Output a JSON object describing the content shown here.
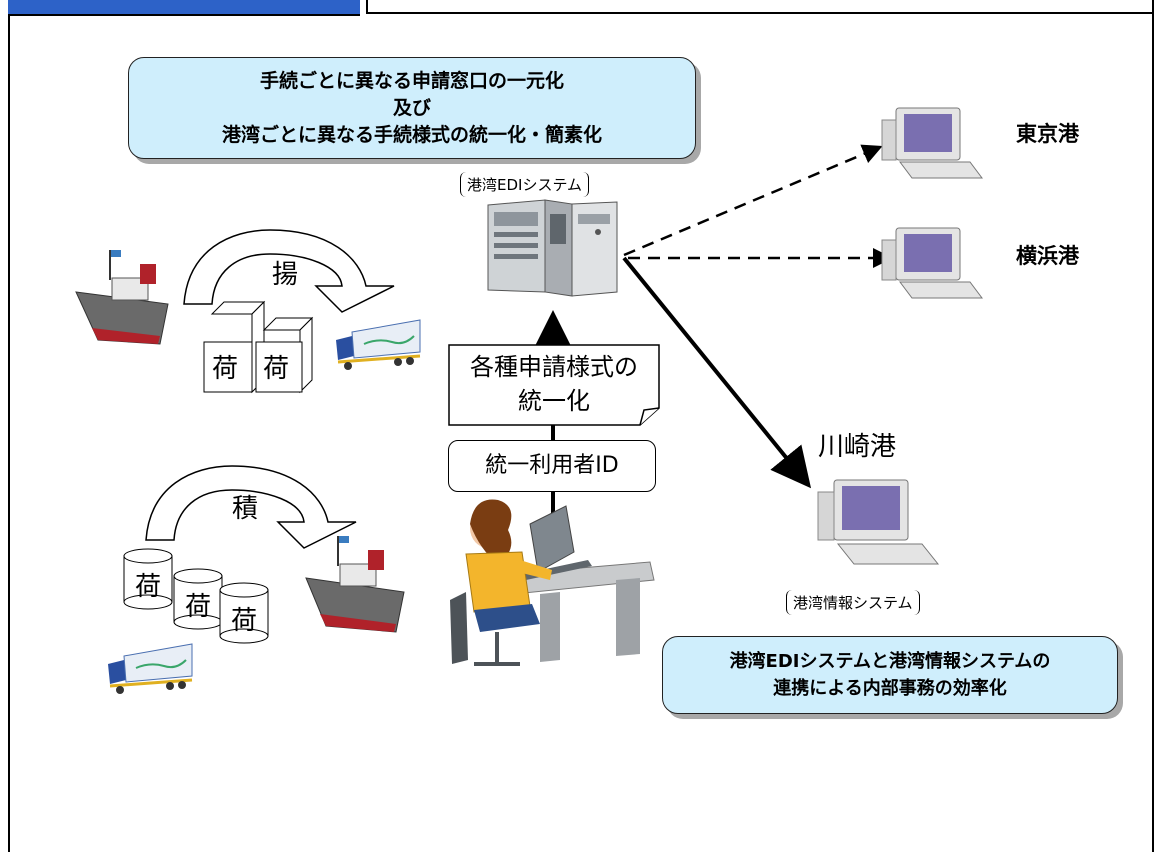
{
  "callouts": {
    "top": {
      "line1": "手続ごとに異なる申請窓口の一元化",
      "line2": "及び",
      "line3": "港湾ごとに異なる手続様式の統一化・簡素化"
    },
    "bottom": {
      "line1": "港湾EDIシステムと港湾情報システムの",
      "line2": "連携による内部事務の効率化"
    }
  },
  "systems": {
    "edi": "港湾EDIシステム",
    "info": "港湾情報システム"
  },
  "ports": {
    "tokyo": "東京港",
    "yokohama": "横浜港",
    "kawasaki": "川崎港"
  },
  "center": {
    "doc_line1": "各種申請様式の",
    "doc_line2": "統一化",
    "user_id": "統一利用者ID"
  },
  "cargo": {
    "unload_label": "揚",
    "load_label": "積",
    "package_char": "荷"
  },
  "colors": {
    "callout_fill": "#cfeefc",
    "header_blue": "#2d62c8"
  },
  "icons": [
    "ship-icon",
    "truck-icon",
    "server-icon",
    "computer-icon",
    "person-at-desk-icon"
  ]
}
